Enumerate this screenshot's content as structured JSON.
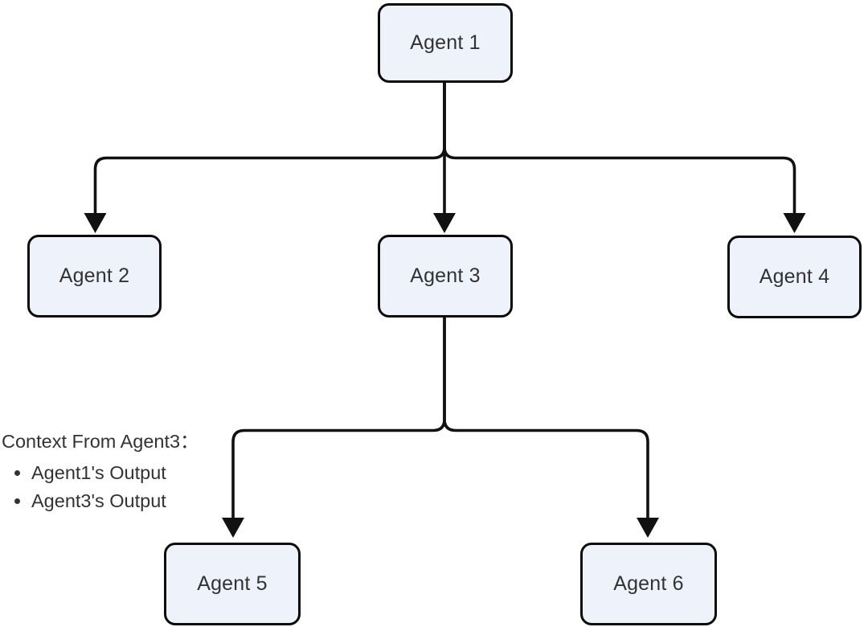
{
  "diagram": {
    "type": "flowchart-tree",
    "nodes": [
      {
        "id": "agent1",
        "label": "Agent 1"
      },
      {
        "id": "agent2",
        "label": "Agent 2"
      },
      {
        "id": "agent3",
        "label": "Agent 3"
      },
      {
        "id": "agent4",
        "label": "Agent 4"
      },
      {
        "id": "agent5",
        "label": "Agent 5"
      },
      {
        "id": "agent6",
        "label": "Agent 6"
      }
    ],
    "edges": [
      {
        "from": "agent1",
        "to": "agent2"
      },
      {
        "from": "agent1",
        "to": "agent3"
      },
      {
        "from": "agent1",
        "to": "agent4"
      },
      {
        "from": "agent3",
        "to": "agent5"
      },
      {
        "from": "agent3",
        "to": "agent6"
      }
    ],
    "annotation": {
      "title": "Context From Agent3：",
      "items": [
        "Agent1's Output",
        "Agent3's Output"
      ]
    }
  },
  "colors": {
    "node-fill": "#eef2fb",
    "node-border": "#0b0b0b",
    "line": "#111111",
    "text": "#333333",
    "background": "#ffffff"
  }
}
